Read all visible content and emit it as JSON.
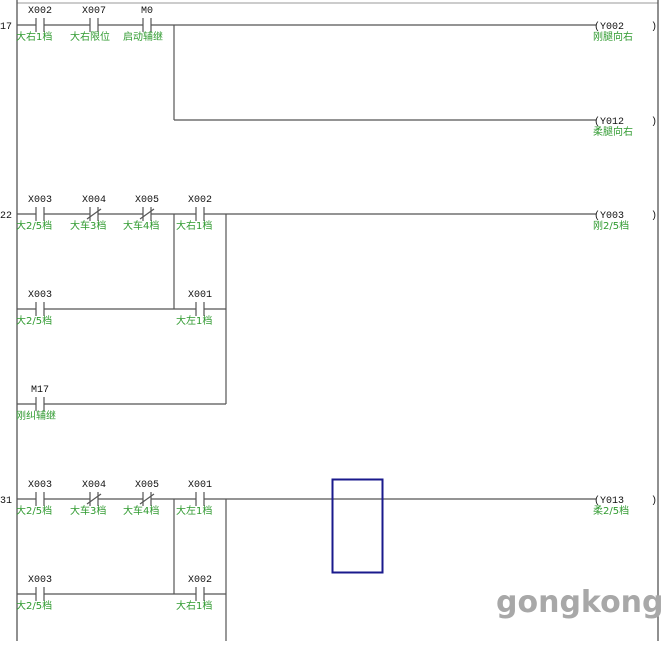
{
  "colors": {
    "wire": "#555555",
    "comment": "#2f9a2f",
    "cursor": "#1a1a8c",
    "watermark": "#a8a8a8"
  },
  "watermark": "gongkong",
  "rungs": [
    {
      "step": "17",
      "rows": [
        {
          "contacts": [
            {
              "col": 0,
              "addr": "X002",
              "comment": "大右1档",
              "type": "NO"
            },
            {
              "col": 1,
              "addr": "X007",
              "comment": "大右限位",
              "type": "NO"
            },
            {
              "col": 2,
              "addr": "M0",
              "comment": "启动辅继",
              "type": "NO"
            }
          ]
        }
      ],
      "coils": [
        {
          "addr": "Y002",
          "comment": "刚腿向右"
        },
        {
          "addr": "Y012",
          "comment": "柔腿向右"
        }
      ]
    },
    {
      "step": "22",
      "rows": [
        {
          "contacts": [
            {
              "col": 0,
              "addr": "X003",
              "comment": "大2/5档",
              "type": "NO"
            },
            {
              "col": 1,
              "addr": "X004",
              "comment": "大车3档",
              "type": "NC"
            },
            {
              "col": 2,
              "addr": "X005",
              "comment": "大车4档",
              "type": "NC"
            },
            {
              "col": 3,
              "addr": "X002",
              "comment": "大右1档",
              "type": "NO"
            }
          ]
        },
        {
          "contacts": [
            {
              "col": 0,
              "addr": "X003",
              "comment": "大2/5档",
              "type": "NO"
            },
            {
              "col": 3,
              "addr": "X001",
              "comment": "大左1档",
              "type": "NO"
            }
          ]
        },
        {
          "contacts": [
            {
              "col": 0,
              "addr": "M17",
              "comment": "刚纠辅继",
              "type": "NO"
            }
          ]
        }
      ],
      "coils": [
        {
          "addr": "Y003",
          "comment": "刚2/5档"
        }
      ]
    },
    {
      "step": "31",
      "rows": [
        {
          "contacts": [
            {
              "col": 0,
              "addr": "X003",
              "comment": "大2/5档",
              "type": "NO"
            },
            {
              "col": 1,
              "addr": "X004",
              "comment": "大车3档",
              "type": "NC"
            },
            {
              "col": 2,
              "addr": "X005",
              "comment": "大车4档",
              "type": "NC"
            },
            {
              "col": 3,
              "addr": "X001",
              "comment": "大左1档",
              "type": "NO"
            }
          ]
        },
        {
          "contacts": [
            {
              "col": 0,
              "addr": "X003",
              "comment": "大2/5档",
              "type": "NO"
            },
            {
              "col": 3,
              "addr": "X002",
              "comment": "大右1档",
              "type": "NO"
            }
          ]
        }
      ],
      "coils": [
        {
          "addr": "Y013",
          "comment": "柔2/5档"
        }
      ]
    }
  ]
}
